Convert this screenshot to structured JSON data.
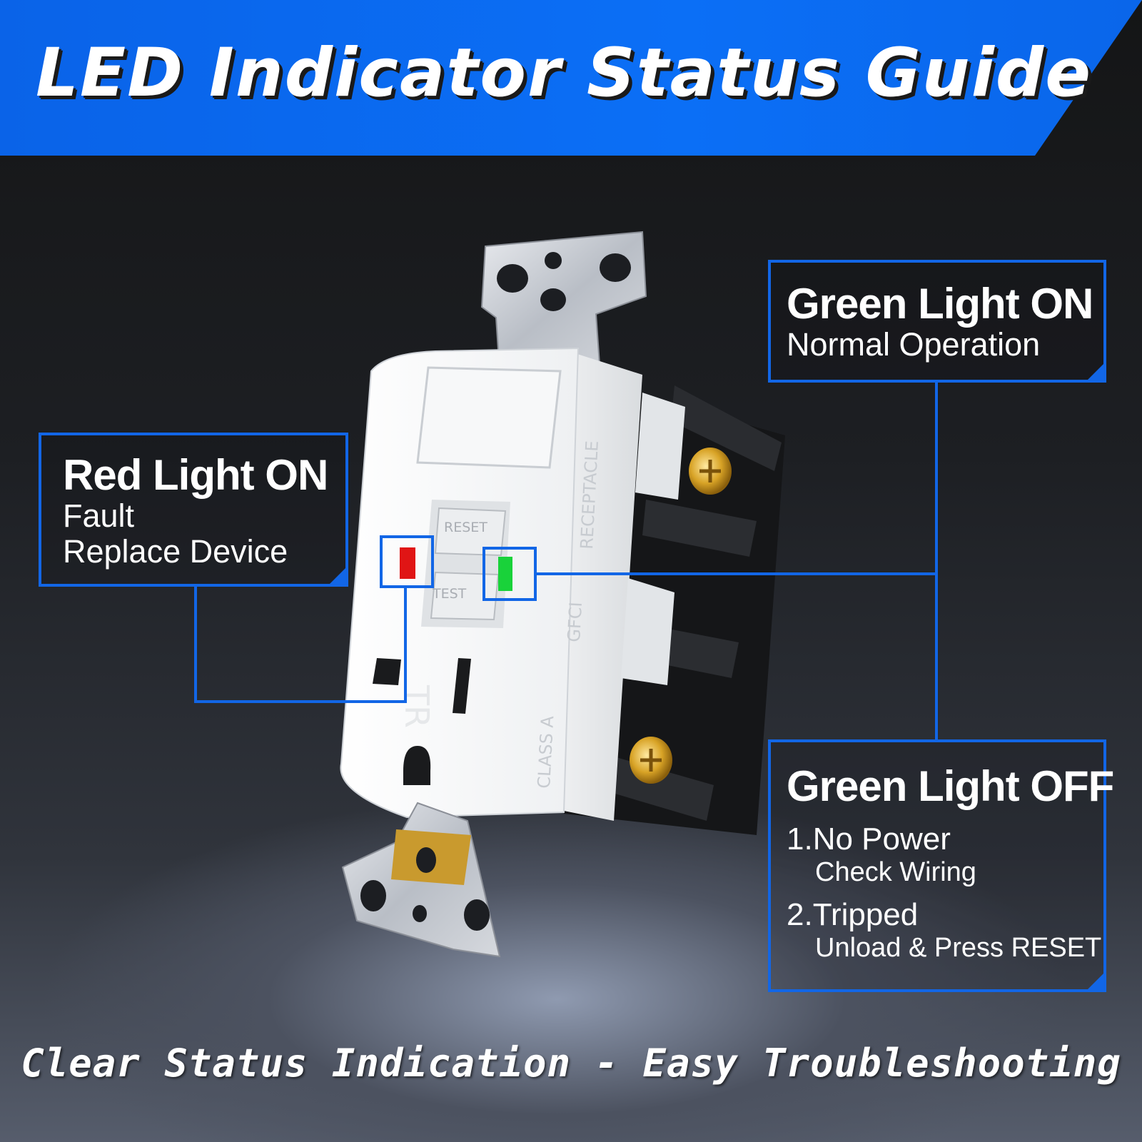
{
  "header": {
    "title": "LED Indicator Status Guide"
  },
  "callouts": {
    "red_on": {
      "heading": "Red Light ON",
      "line1": "Fault",
      "line2": "Replace Device",
      "indicator_color": "#e01515"
    },
    "green_on": {
      "heading": "Green Light ON",
      "line1": "Normal Operation",
      "indicator_color": "#19d23a"
    },
    "green_off": {
      "heading": "Green Light OFF",
      "items": [
        {
          "label": "1.No Power",
          "detail": "Check Wiring"
        },
        {
          "label": "2.Tripped",
          "detail": "Unload & Press RESET"
        }
      ]
    }
  },
  "device": {
    "reset_label": "RESET",
    "test_label": "TEST",
    "side_labels": [
      "RECEPTACLE",
      "GFCI",
      "CLASS A"
    ],
    "tr_mark": "TR"
  },
  "colors": {
    "accent": "#1266e6",
    "banner": "#0b6ff6"
  },
  "footer": {
    "tagline": "Clear Status Indication - Easy Troubleshooting"
  }
}
